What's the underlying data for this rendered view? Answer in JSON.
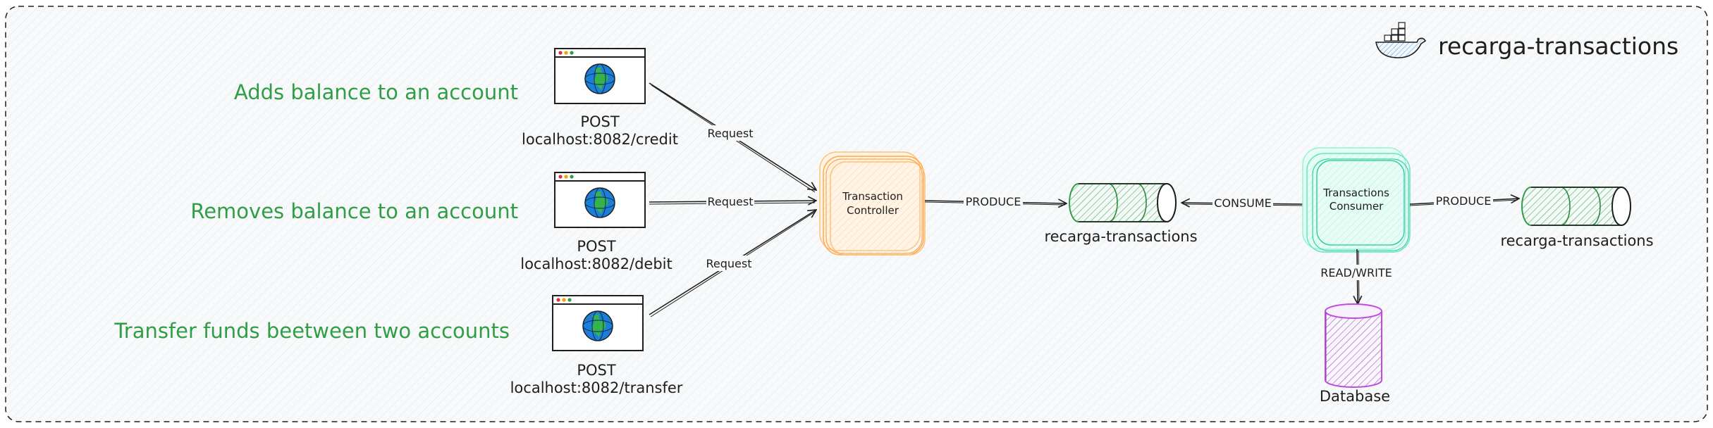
{
  "title": "recarga-transactions",
  "colors": {
    "accent_green": "#2f9e44",
    "controller": "#f59f00",
    "consumer": "#20c997",
    "queue": "#40c057",
    "database": "#be4bdb",
    "frame": "#1e1e1e"
  },
  "endpoints": [
    {
      "description": "Adds balance to an account",
      "method": "POST",
      "url": "localhost:8082/credit",
      "icon": "globe-icon"
    },
    {
      "description": "Removes balance to an account",
      "method": "POST",
      "url": "localhost:8082/debit",
      "icon": "globe-icon"
    },
    {
      "description": "Transfer funds beetween two accounts",
      "method": "POST",
      "url": "localhost:8082/transfer",
      "icon": "globe-icon"
    }
  ],
  "edges": {
    "request": "Request",
    "produce": "PRODUCE",
    "consume": "CONSUME",
    "read_write": "READ/WRITE"
  },
  "controller": {
    "line1": "Transaction",
    "line2": "Controller"
  },
  "consumer": {
    "line1": "Transactions",
    "line2": "Consumer"
  },
  "queues": [
    "recarga-transactions",
    "recarga-transactions"
  ],
  "database": "Database",
  "logo_icon": "docker-whale-icon"
}
